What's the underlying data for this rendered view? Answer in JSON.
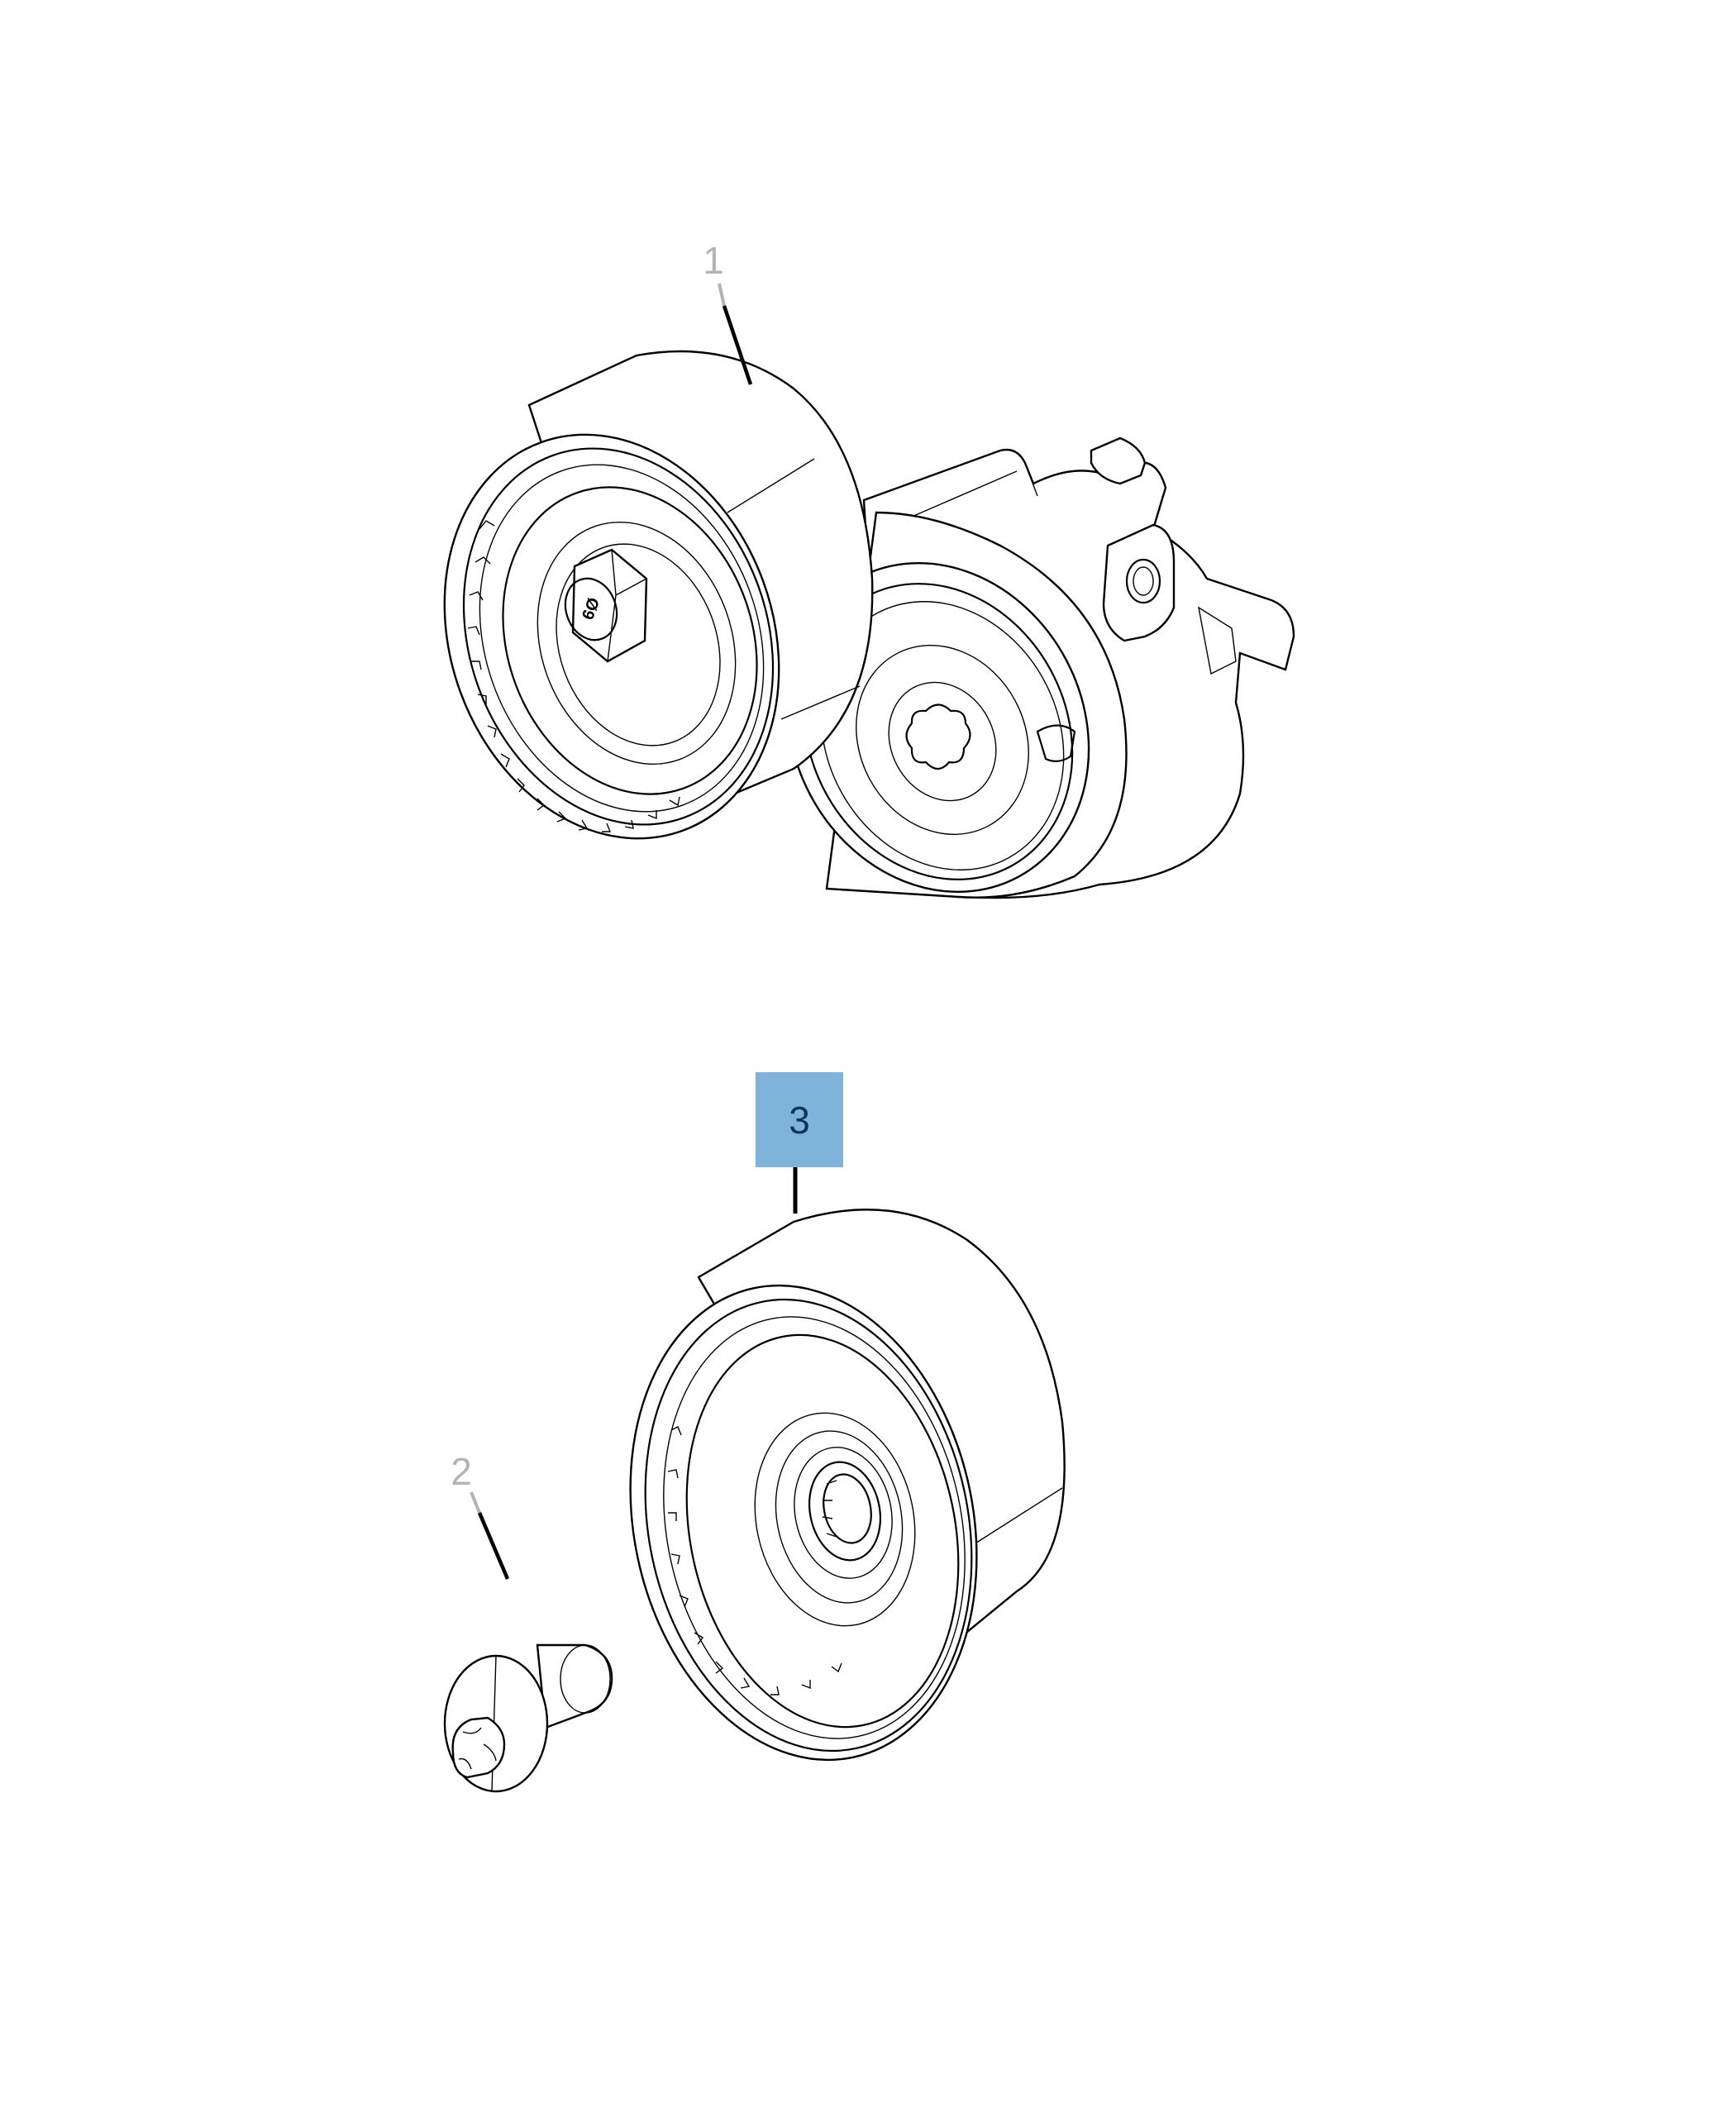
{
  "diagram": {
    "type": "exploded parts illustration",
    "parts": [
      {
        "id": "1",
        "label": "1",
        "description": "belt tensioner assembly with pulley",
        "state": "normal",
        "label_color": "#b3b3b3"
      },
      {
        "id": "2",
        "label": "2",
        "description": "torx flange bolt",
        "state": "normal",
        "label_color": "#b3b3b3"
      },
      {
        "id": "3",
        "label": "3",
        "description": "idler pulley",
        "state": "selected",
        "highlight_color": "#80b3d9",
        "label_color": "#0a3556"
      }
    ],
    "pulley_hex_marking": "6Ø"
  }
}
